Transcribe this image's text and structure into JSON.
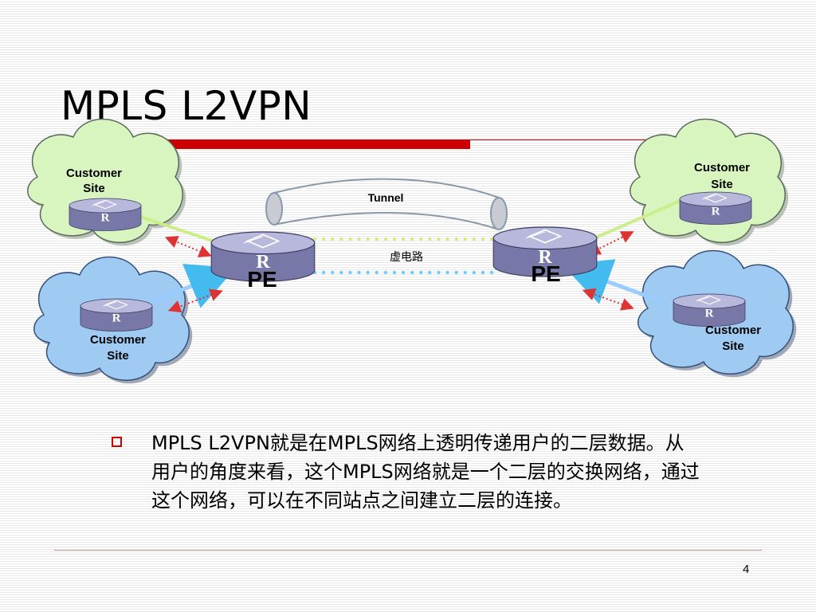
{
  "slide": {
    "title": "MPLS L2VPN",
    "page_number": "4",
    "bullet": "MPLS L2VPN就是在MPLS网络上透明传递用户的二层数据。从用户的角度来看，这个MPLS网络就是一个二层的交换网络，通过这个网络，可以在不同站点之间建立二层的连接。"
  },
  "diagram": {
    "tunnel_label": "Tunnel",
    "vc_label": "虚电路",
    "pe_left_label": "PE",
    "pe_right_label": "PE",
    "router_glyph": "R",
    "sites": [
      {
        "line1": "Customer",
        "line2": "Site",
        "color": "green"
      },
      {
        "line1": "Customer",
        "line2": "Site",
        "color": "blue"
      },
      {
        "line1": "Customer",
        "line2": "Site",
        "color": "green"
      },
      {
        "line1": "Customer",
        "line2": "Site",
        "color": "blue"
      }
    ],
    "colors": {
      "cloud_green": "#d8f5c0",
      "cloud_blue": "#9fcaf2",
      "router_fill": "#8888b8",
      "link_green": "#ccee88",
      "link_blue": "#99ccff",
      "vc_green_dots": "#ccee77",
      "vc_blue_dots": "#66ccff",
      "red_arrows": "#dd3333"
    }
  }
}
